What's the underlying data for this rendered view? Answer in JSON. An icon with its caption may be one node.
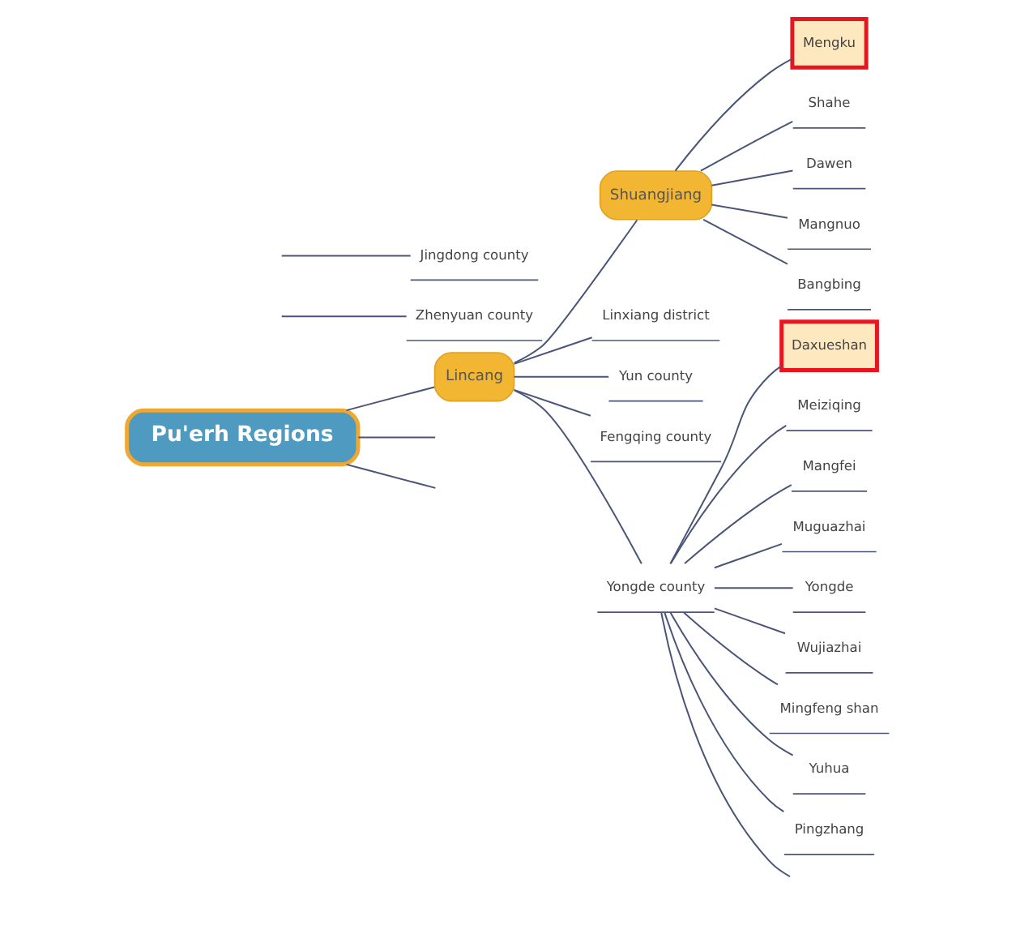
{
  "diagram": {
    "nodes": [
      {
        "text": [
          "Pu'erh Regions"
        ]
      },
      {
        "text": [
          "Zhenyuan county"
        ]
      },
      {
        "text": [
          "Jingdong county"
        ]
      },
      {
        "text": [
          "Shuangjiang"
        ]
      },
      {
        "text": [
          "Mengku"
        ]
      },
      {
        "text": [
          "Shahe"
        ]
      },
      {
        "text": [
          "Dawen"
        ]
      },
      {
        "text": [
          "Mangnuo"
        ]
      },
      {
        "text": [
          "Bangbing"
        ]
      },
      {
        "text": [
          "Lincang"
        ]
      },
      {
        "text": [
          "Linxiang district"
        ]
      },
      {
        "text": [
          "Yun county"
        ]
      },
      {
        "text": [
          "Fengqing county"
        ]
      },
      {
        "text": [
          "Yongde county"
        ]
      },
      {
        "text": [
          "Daxueshan"
        ]
      },
      {
        "text": [
          "Meiziqing"
        ]
      },
      {
        "text": [
          "Mangfei"
        ]
      },
      {
        "text": [
          "Muguazhai"
        ]
      },
      {
        "text": [
          "Yongde"
        ]
      },
      {
        "text": [
          "Wujiazhai"
        ]
      },
      {
        "text": [
          "Mingfeng shan"
        ]
      },
      {
        "text": [
          "Yuhua"
        ]
      },
      {
        "text": [
          "Pingzhang"
        ]
      }
    ],
    "edges": [
      {
        "from": 0,
        "to": null,
        "arrow": "none"
      },
      {
        "from": 0,
        "to": null,
        "arrow": "none"
      },
      {
        "from": null,
        "to": 1,
        "arrow": "none"
      },
      {
        "from": null,
        "to": 2,
        "arrow": "none"
      },
      {
        "from": 0,
        "to": 9,
        "arrow": "none"
      },
      {
        "from": 9,
        "to": 3,
        "arrow": "none"
      },
      {
        "from": 3,
        "to": 4,
        "arrow": "none"
      },
      {
        "from": 3,
        "to": 5,
        "arrow": "none"
      },
      {
        "from": 3,
        "to": 6,
        "arrow": "none"
      },
      {
        "from": 3,
        "to": 7,
        "arrow": "none"
      },
      {
        "from": 3,
        "to": 8,
        "arrow": "none"
      },
      {
        "from": 9,
        "to": 10,
        "arrow": "none"
      },
      {
        "from": 9,
        "to": 11,
        "arrow": "none"
      },
      {
        "from": 9,
        "to": 12,
        "arrow": "none"
      },
      {
        "from": 9,
        "to": 13,
        "arrow": "none"
      },
      {
        "from": 13,
        "to": 14,
        "arrow": "none"
      },
      {
        "from": 13,
        "to": 15,
        "arrow": "none"
      },
      {
        "from": 13,
        "to": 16,
        "arrow": "none"
      },
      {
        "from": 13,
        "to": 17,
        "arrow": "none"
      },
      {
        "from": 13,
        "to": 18,
        "arrow": "none"
      },
      {
        "from": 13,
        "to": 19,
        "arrow": "none"
      },
      {
        "from": 13,
        "to": 20,
        "arrow": "none"
      },
      {
        "from": 13,
        "to": 21,
        "arrow": "none"
      },
      {
        "from": 13,
        "to": 22,
        "arrow": "none"
      },
      {
        "from": 13,
        "to": null,
        "arrow": "none"
      }
    ]
  }
}
